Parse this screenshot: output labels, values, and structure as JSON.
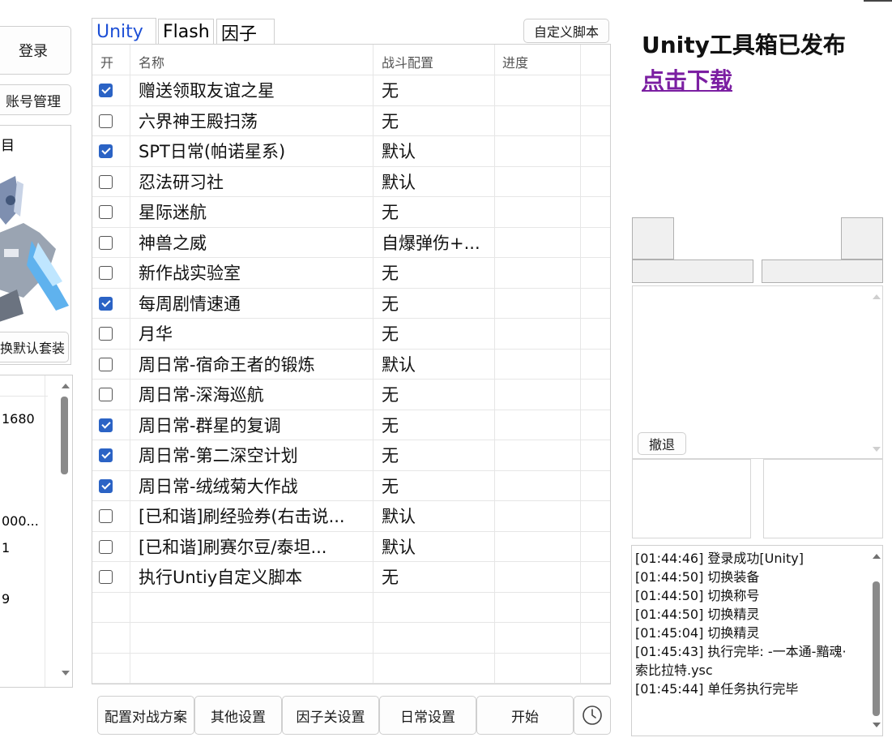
{
  "left": {
    "login_label": "登录",
    "account_label": "账号管理",
    "panel_title": "目",
    "equip_label": "换默认套装",
    "values": [
      "1680",
      "000...",
      "1",
      "9"
    ]
  },
  "tabs": {
    "items": [
      "Unity",
      "Flash",
      "因子"
    ],
    "custom_script_label": "自定义脚本"
  },
  "table": {
    "headers": {
      "enable": "开",
      "name": "名称",
      "battle": "战斗配置",
      "progress": "进度"
    },
    "rows": [
      {
        "checked": true,
        "name": "赠送领取友谊之星",
        "battle": "无"
      },
      {
        "checked": false,
        "name": "六界神王殿扫荡",
        "battle": "无"
      },
      {
        "checked": true,
        "name": "SPT日常(帕诺星系)",
        "battle": "默认"
      },
      {
        "checked": false,
        "name": "忍法研习社",
        "battle": "默认"
      },
      {
        "checked": false,
        "name": "星际迷航",
        "battle": "无"
      },
      {
        "checked": false,
        "name": "神兽之威",
        "battle": "自爆弹伤+..."
      },
      {
        "checked": false,
        "name": "新作战实验室",
        "battle": "无"
      },
      {
        "checked": true,
        "name": "每周剧情速通",
        "battle": "无"
      },
      {
        "checked": false,
        "name": "月华",
        "battle": "无"
      },
      {
        "checked": false,
        "name": "周日常-宿命王者的锻炼",
        "battle": "默认"
      },
      {
        "checked": false,
        "name": "周日常-深海巡航",
        "battle": "无"
      },
      {
        "checked": true,
        "name": "周日常-群星的复调",
        "battle": "无"
      },
      {
        "checked": true,
        "name": "周日常-第二深空计划",
        "battle": "无"
      },
      {
        "checked": true,
        "name": "周日常-绒绒菊大作战",
        "battle": "无"
      },
      {
        "checked": false,
        "name": "[已和谐]刷经验券(右击说...",
        "battle": "默认"
      },
      {
        "checked": false,
        "name": "[已和谐]刷赛尔豆/泰坦...",
        "battle": "默认"
      },
      {
        "checked": false,
        "name": "执行Untiy自定义脚本",
        "battle": "无"
      }
    ]
  },
  "bottom_buttons": [
    "配置对战方案",
    "其他设置",
    "因子关设置",
    "日常设置",
    "开始"
  ],
  "right": {
    "announce_title": "Unity工具箱已发布",
    "download_link": "点击下载",
    "retreat_label": "撤退",
    "log": [
      "[01:44:46] 登录成功[Unity]",
      "[01:44:50] 切换装备",
      "[01:44:50] 切换称号",
      "[01:44:50] 切换精灵",
      "[01:45:04] 切换精灵",
      "[01:45:43] 执行完毕: -一本通-黯魂·",
      "索比拉特.ysc",
      "[01:45:44] 单任务执行完毕"
    ]
  },
  "colors": {
    "accent": "#2b63c5",
    "link": "#7b1fa2",
    "tab_active": "#1d4fd6"
  }
}
